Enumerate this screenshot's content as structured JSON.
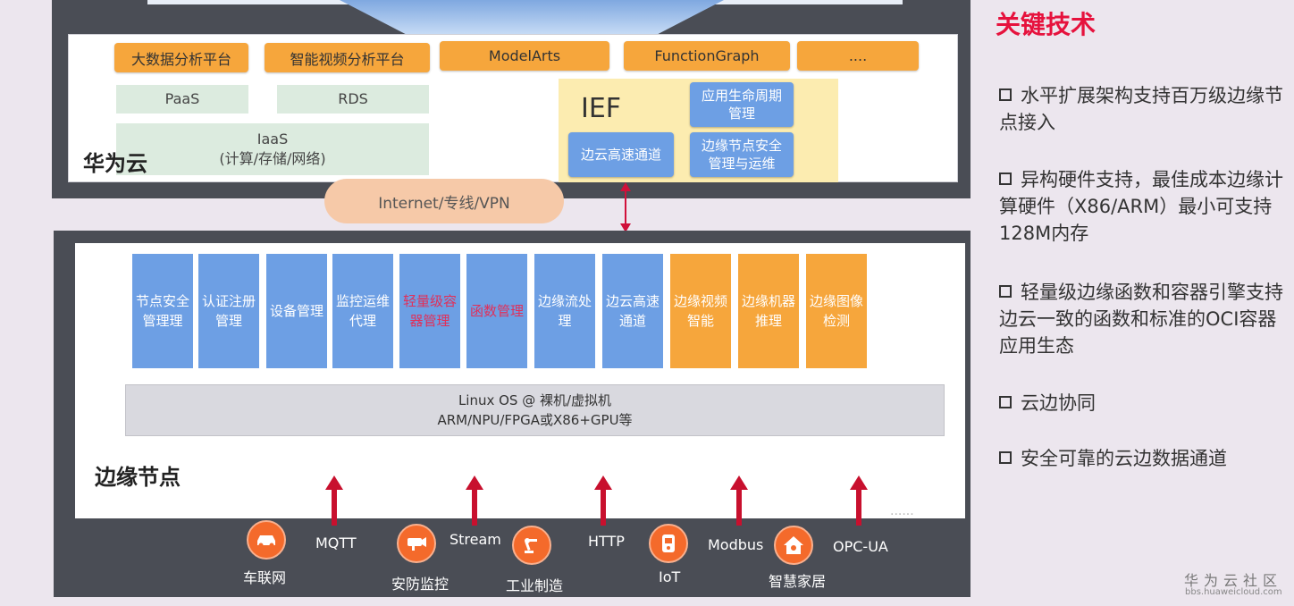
{
  "cloud": {
    "title": "华为云",
    "top_services": [
      "大数据分析平台",
      "智能视频分析平台",
      "ModelArts",
      "FunctionGraph",
      "...."
    ],
    "paas": "PaaS",
    "rds": "RDS",
    "iaas_line1": "IaaS",
    "iaas_line2": "(计算/存储/网络)",
    "ief": {
      "label": "IEF",
      "tunnel": "边云高速通道",
      "lifecycle": "应用生命周期管理",
      "security": "边缘节点安全管理与运维"
    }
  },
  "network": "Internet/专线/VPN",
  "edge": {
    "title": "边缘节点",
    "modules": [
      {
        "label": "节点安全管理理",
        "style": "blue"
      },
      {
        "label": "认证注册管理",
        "style": "blue"
      },
      {
        "label": "设备管理",
        "style": "blue"
      },
      {
        "label": "监控运维代理",
        "style": "blue"
      },
      {
        "label": "轻量级容器管理",
        "style": "blue-red"
      },
      {
        "label": "函数管理",
        "style": "blue-red"
      },
      {
        "label": "边缘流处理",
        "style": "blue"
      },
      {
        "label": "边云高速通道",
        "style": "blue"
      },
      {
        "label": "边缘视频智能",
        "style": "orange"
      },
      {
        "label": "边缘机器推理",
        "style": "orange"
      },
      {
        "label": "边缘图像检测",
        "style": "orange"
      }
    ],
    "os_line1": "Linux OS @ 裸机/虚拟机",
    "os_line2": "ARM/NPU/FPGA或X86+GPU等",
    "ellipsis": "......",
    "protocols": [
      "MQTT",
      "Stream",
      "HTTP",
      "Modbus",
      "OPC-UA"
    ],
    "devices": [
      {
        "label": "车联网",
        "icon": "car-icon"
      },
      {
        "label": "安防监控",
        "icon": "camera-icon"
      },
      {
        "label": "工业制造",
        "icon": "robot-arm-icon"
      },
      {
        "label": "IoT",
        "icon": "iot-device-icon"
      },
      {
        "label": "智慧家居",
        "icon": "smart-home-icon"
      }
    ]
  },
  "key_tech": {
    "title": "关键技术",
    "items": [
      "水平扩展架构支持百万级边缘节点接入",
      "异构硬件支持，最佳成本边缘计算硬件（X86/ARM）最小可支持128M内存",
      "轻量级边缘函数和容器引擎支持边云一致的函数和标准的OCI容器应用生态",
      "云边协同",
      "安全可靠的云边数据通道"
    ]
  },
  "watermark": {
    "cn": "华为云社区",
    "en": "bbs.huaweicloud.com"
  },
  "colors": {
    "orange": "#f6a63c",
    "blue": "#6d9fe4",
    "red_accent": "#e6123d",
    "arrow_red": "#c8102e",
    "panel_dark": "#4a4d55"
  }
}
